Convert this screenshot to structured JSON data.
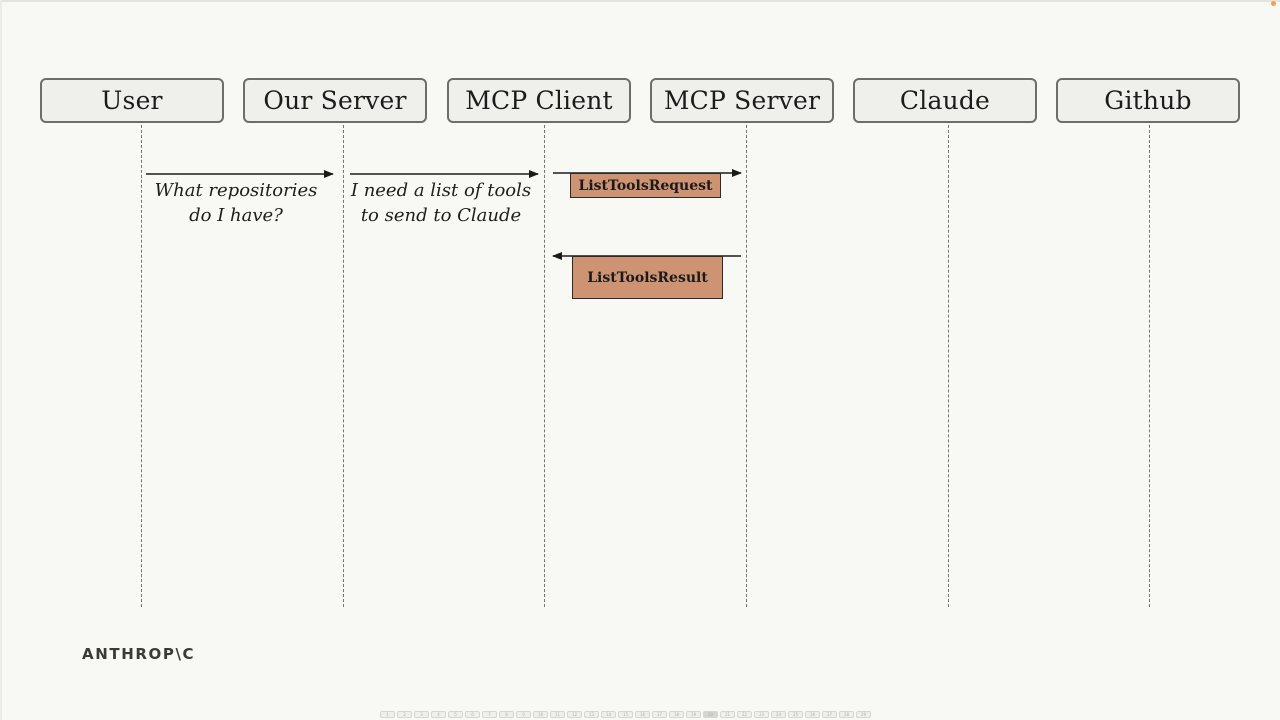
{
  "diagram": {
    "actors": [
      {
        "name": "User"
      },
      {
        "name": "Our Server"
      },
      {
        "name": "MCP Client"
      },
      {
        "name": "MCP Server"
      },
      {
        "name": "Claude"
      },
      {
        "name": "Github"
      }
    ],
    "messages": [
      {
        "from": 0,
        "to": 1,
        "label": "What repositories\ndo I have?",
        "style": "italic"
      },
      {
        "from": 1,
        "to": 2,
        "label": "I need a list of tools\nto send to Claude",
        "style": "italic"
      },
      {
        "from": 2,
        "to": 3,
        "label": "ListToolsRequest",
        "style": "box"
      },
      {
        "from": 3,
        "to": 2,
        "label": "ListToolsResult",
        "style": "box"
      }
    ],
    "box_color": "#cd9373"
  },
  "branding": {
    "logo_text": "ANTHROP\\C"
  },
  "colors": {
    "background": "#f8f8f4",
    "actor_fill": "#efefeb",
    "actor_border": "#6e6e66"
  },
  "pager": {
    "total": 29,
    "active": 20
  }
}
